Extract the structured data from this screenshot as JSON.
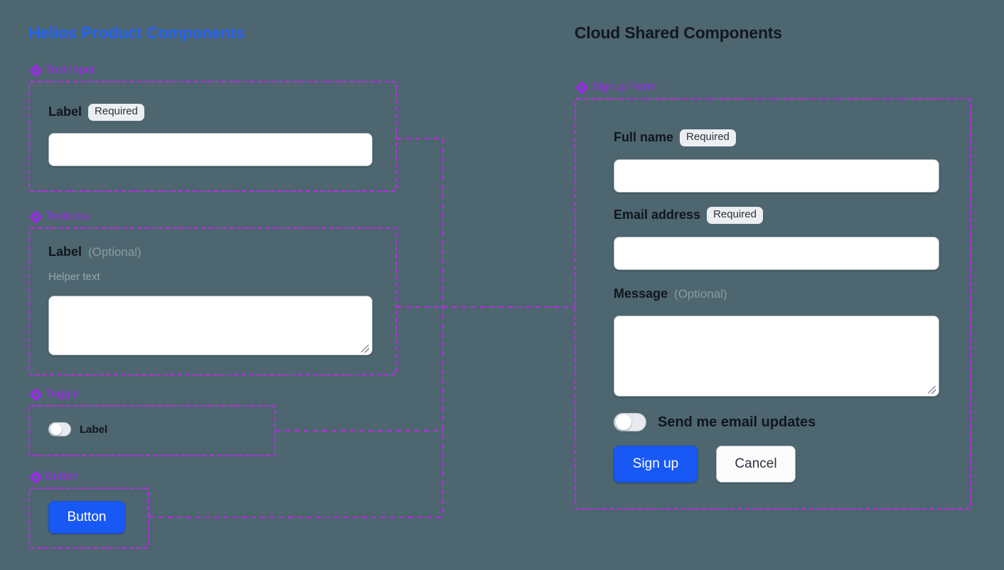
{
  "background_color": "#4d6670",
  "accent_colors": {
    "left_title": "#2563f5",
    "right_title": "#14181f",
    "section_heading": "#9b2bea",
    "dashed_box": "#c026f0",
    "connector": "#c026f0",
    "primary_button": "#1858f5"
  },
  "left_panel": {
    "title": "Helios Product Components",
    "sections": [
      {
        "icon": "diamond-icon",
        "heading": "Text Input",
        "label": "Label",
        "badge": "Required",
        "input_value": "",
        "input_placeholder": ""
      },
      {
        "icon": "diamond-icon",
        "heading": "Textarea",
        "label": "Label",
        "optional": "(Optional)",
        "helper": "Helper text",
        "textarea_value": "",
        "textarea_placeholder": ""
      },
      {
        "icon": "diamond-icon",
        "heading": "Toggle",
        "toggle_label": "Label",
        "toggle_on": false
      },
      {
        "icon": "diamond-icon",
        "heading": "Button",
        "button_label": "Button"
      }
    ]
  },
  "right_panel": {
    "title": "Cloud Shared Components",
    "section": {
      "icon": "diamond-icon",
      "heading": "Signup Form",
      "fields": [
        {
          "label": "Full name",
          "badge": "Required",
          "value": "",
          "placeholder": ""
        },
        {
          "label": "Email address",
          "badge": "Required",
          "value": "",
          "placeholder": ""
        },
        {
          "label": "Message",
          "optional": "(Optional)",
          "value": "",
          "placeholder": ""
        }
      ],
      "toggle_label": "Send me email updates",
      "toggle_on": false,
      "primary_button": "Sign up",
      "secondary_button": "Cancel"
    }
  }
}
